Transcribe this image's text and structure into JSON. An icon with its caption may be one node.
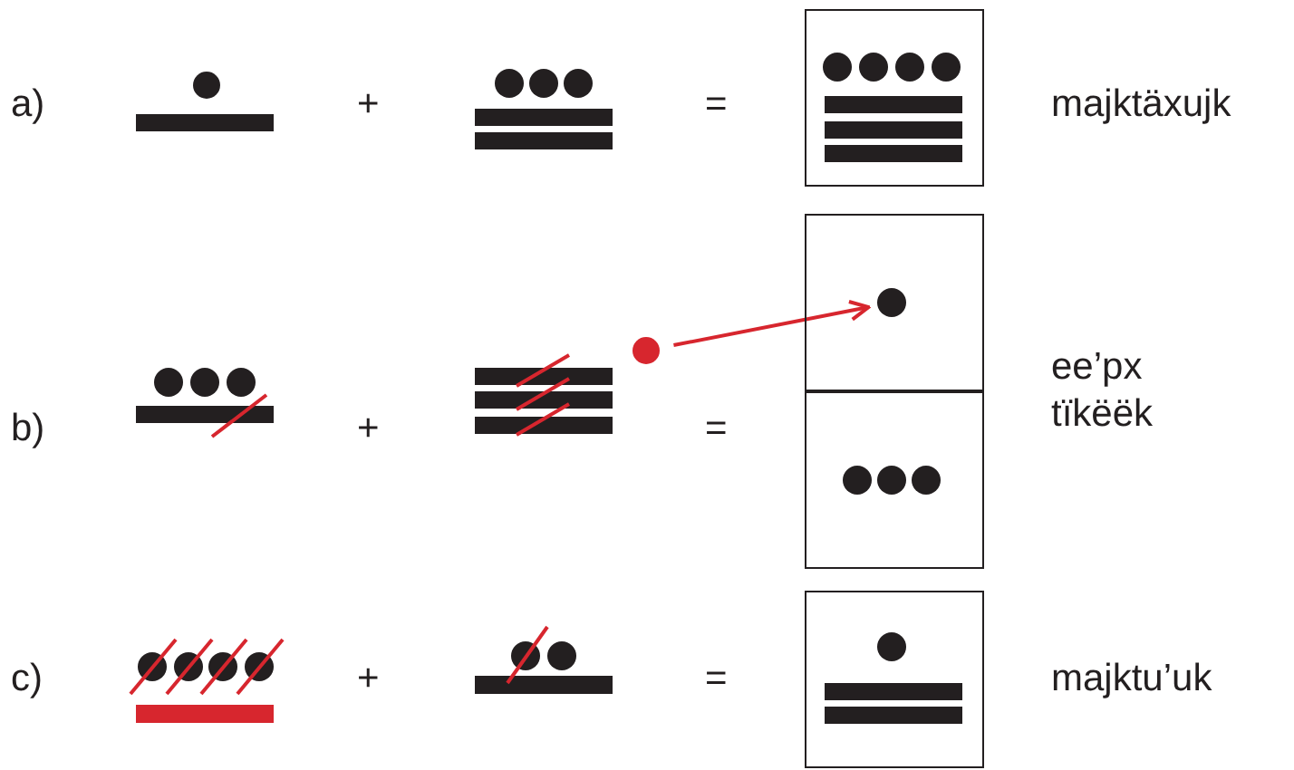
{
  "diagram": {
    "nodes": [
      {
        "text": [],
        "shape": "box"
      },
      {
        "text": [],
        "shape": "circle"
      },
      {
        "text": [],
        "shape": "box"
      },
      {
        "text": [],
        "shape": "circle",
        "in": 2
      },
      {
        "text": [],
        "shape": "box"
      },
      {
        "text": [],
        "shape": "box"
      }
    ],
    "edges": [
      {
        "from": 1,
        "to": 3,
        "arrow": "to",
        "color": "#d7262e"
      }
    ],
    "labels": [
      "a)",
      "+",
      "=",
      "majktäxujk",
      "b)",
      "+",
      "=",
      "ee’px tïkëëk",
      "c)",
      "+",
      "=",
      "majktu’uk"
    ]
  }
}
